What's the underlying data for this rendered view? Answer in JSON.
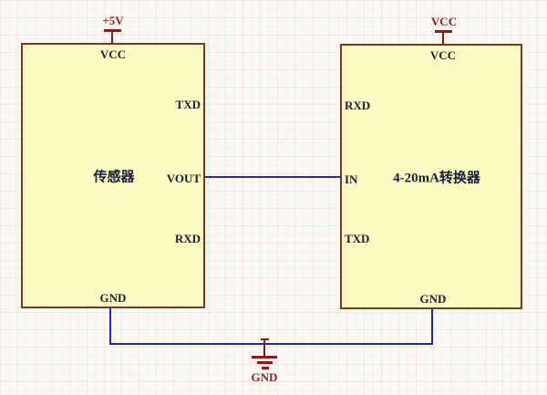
{
  "diagram": {
    "kind": "circuit-schematic"
  },
  "blocks": {
    "sensor": {
      "title": "传感器",
      "pins": {
        "vcc": "VCC",
        "txd": "TXD",
        "vout": "VOUT",
        "rxd": "RXD",
        "gnd": "GND"
      }
    },
    "converter": {
      "title": "4-20mA转换器",
      "pins": {
        "vcc": "VCC",
        "rxd": "RXD",
        "in": "IN",
        "txd": "TXD",
        "gnd": "GND"
      }
    }
  },
  "power_ports": {
    "p5v": {
      "label": "+5V"
    },
    "vcc": {
      "label": "VCC"
    },
    "gnd": {
      "label": "GND"
    }
  },
  "colors": {
    "background": "#faf8f3",
    "grid": "#eeeae1",
    "block_fill": "#fcfcc2",
    "block_border": "#7c3424",
    "wire": "#2323bd",
    "power_symbol": "#8e1818",
    "pin_text": "#1c1c3c"
  }
}
